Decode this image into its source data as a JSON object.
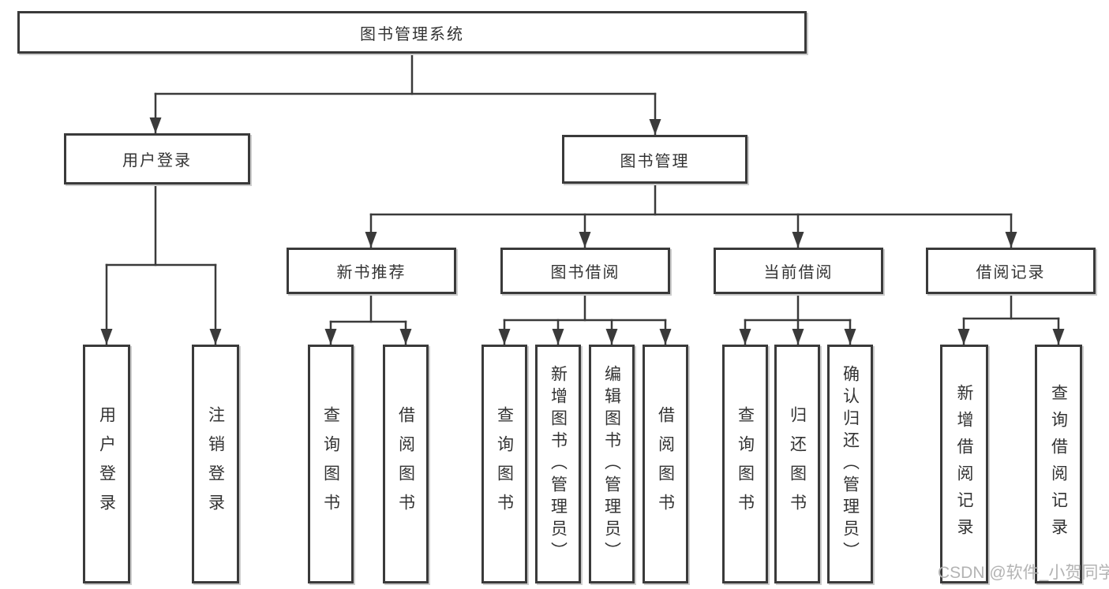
{
  "diagram": {
    "root": {
      "label": "图书管理系统"
    },
    "branches": [
      {
        "label": "用户登录",
        "leaves": [
          "用户登录",
          "注销登录"
        ]
      },
      {
        "label": "图书管理",
        "sections": [
          {
            "label": "新书推荐",
            "leaves": [
              "查询图书",
              "借阅图书"
            ]
          },
          {
            "label": "图书借阅",
            "leaves": [
              "查询图书",
              "新增图书（管理员）",
              "编辑图书（管理员）",
              "借阅图书"
            ]
          },
          {
            "label": "当前借阅",
            "leaves": [
              "查询图书",
              "归还图书",
              "确认归还（管理员）"
            ]
          },
          {
            "label": "借阅记录",
            "leaves": [
              "新增借阅记录",
              "查询借阅记录"
            ]
          }
        ]
      }
    ]
  },
  "watermark": "CSDN @软件_小贺同学",
  "colors": {
    "line": "#3a3a3a",
    "box_border": "#3a3a3a",
    "text": "#333333",
    "watermark": "#b3b3b3",
    "background": "#ffffff"
  }
}
